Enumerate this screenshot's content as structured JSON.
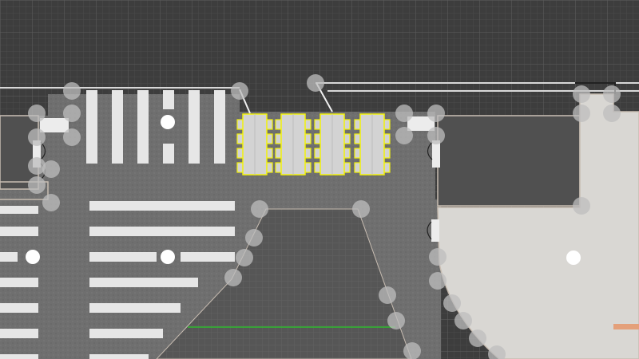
{
  "app": {
    "view": "floorplan-editor-canvas"
  },
  "colors": {
    "background": "#3d3d3d",
    "grid_minor": "#4a4a4a",
    "grid_major": "#5a5a5a",
    "floor_texture": "#6e6e6e",
    "room_dark": "#505050",
    "room_light": "#d9d7d3",
    "wall_line": "#c8bdb2",
    "stripe_white": "#e8e8e8",
    "selection_yellow": "#f2f20a",
    "table_fill": "#d3d3d3",
    "handle_fill": "#b8b8b8",
    "guide_green": "#2fb82f",
    "accent_orange": "#e4a07a"
  },
  "canvas": {
    "selected_group": "table-cluster",
    "selected_count": 4,
    "icons": {
      "vertex_handle": "circle-handle-icon",
      "door_swing": "door-swing-icon",
      "anchor_point": "anchor-dot-icon"
    }
  }
}
